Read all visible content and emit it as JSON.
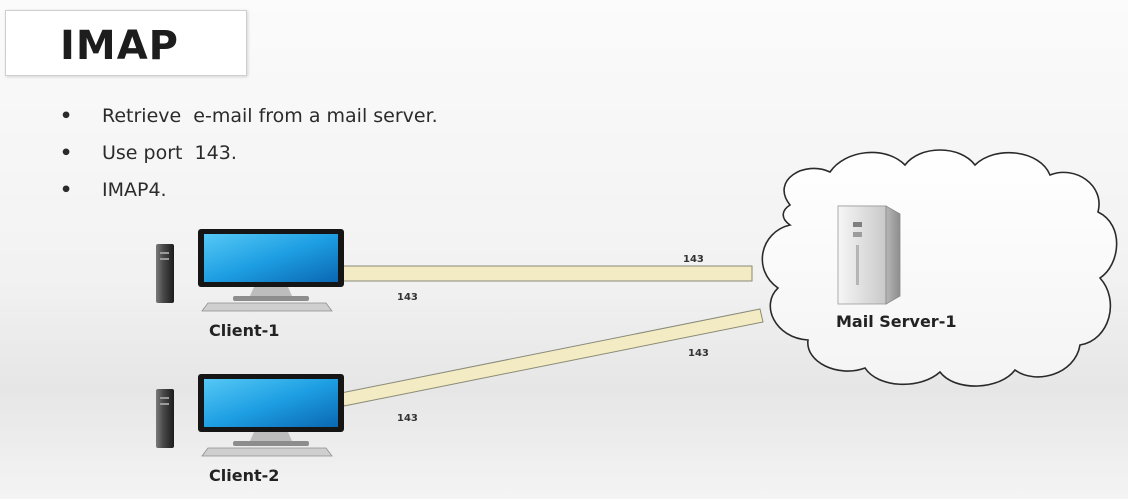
{
  "title": "IMAP",
  "bullets": [
    "Retrieve  e-mail from a mail server.",
    "Use port  143.",
    "IMAP4."
  ],
  "nodes": {
    "client1": {
      "label": "Client-1",
      "icon": "desktop-computer-icon"
    },
    "client2": {
      "label": "Client-2",
      "icon": "desktop-computer-icon"
    },
    "server": {
      "label": "Mail Server-1",
      "icon": "server-tower-icon"
    }
  },
  "links": [
    {
      "from": "client1",
      "to": "server",
      "port_near_client": "143",
      "port_near_server": "143"
    },
    {
      "from": "client2",
      "to": "server",
      "port_near_client": "143",
      "port_near_server": "143"
    }
  ],
  "colors": {
    "link": "#f3ebc3",
    "link_border": "#8a8a78",
    "monitor_screen": "#1e9fe3",
    "monitor_frame": "#1d1d1d"
  }
}
